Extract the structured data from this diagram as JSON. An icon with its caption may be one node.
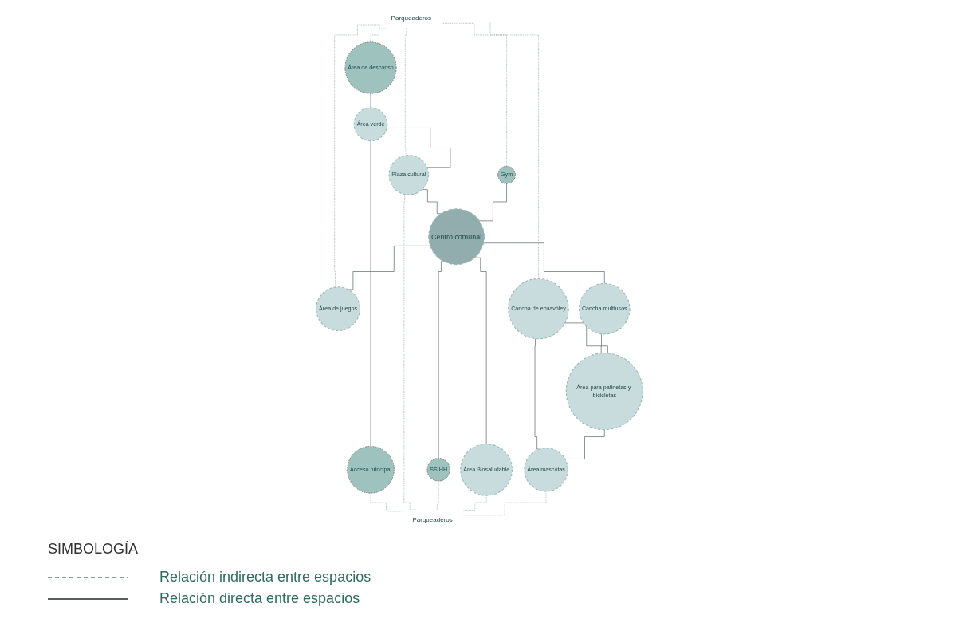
{
  "diagram": {
    "nodes": [
      {
        "text": [
          "Parqueaderos"
        ]
      },
      {
        "text": [
          "Gym"
        ]
      },
      {
        "text": [
          "Área de juegos"
        ]
      },
      {
        "text": [
          "Cancha de ecuavóley"
        ]
      },
      {
        "text": [
          "Área de descanso"
        ]
      },
      {
        "text": [
          "Área verde"
        ]
      },
      {
        "text": [
          "Plaza cultural"
        ]
      },
      {
        "text": [
          "Centro comunal"
        ]
      },
      {
        "text": [
          "Cancha multiusos"
        ]
      },
      {
        "text": [
          "Área para patinetas y bicicletas"
        ]
      },
      {
        "text": [
          "Acceso principal"
        ]
      },
      {
        "text": [
          "Área Biosaludable"
        ]
      },
      {
        "text": [
          "Área mascotas"
        ]
      },
      {
        "text": [
          "SS.HH"
        ]
      },
      {
        "text": [
          "Parqueaderos"
        ]
      }
    ],
    "edges": [
      {
        "from": 0,
        "to": 4,
        "arrow": "none",
        "style": "dashed"
      },
      {
        "from": 0,
        "to": 6,
        "arrow": "none",
        "style": "dashed"
      },
      {
        "from": 0,
        "to": 1,
        "arrow": "none",
        "style": "dashed"
      },
      {
        "from": 0,
        "to": 2,
        "arrow": "none",
        "style": "dashed"
      },
      {
        "from": 0,
        "to": 3,
        "arrow": "none",
        "style": "dashed"
      },
      {
        "from": 4,
        "to": 5,
        "arrow": "none"
      },
      {
        "from": 5,
        "to": 10,
        "arrow": "none"
      },
      {
        "from": 5,
        "to": 6,
        "arrow": "none"
      },
      {
        "from": 6,
        "to": 7,
        "arrow": "none"
      },
      {
        "from": 1,
        "to": 7,
        "arrow": "none"
      },
      {
        "from": 7,
        "to": 2,
        "arrow": "none"
      },
      {
        "from": 7,
        "to": 8,
        "arrow": "none"
      },
      {
        "from": 7,
        "to": 11,
        "arrow": "none"
      },
      {
        "from": 7,
        "to": 13,
        "arrow": "none"
      },
      {
        "from": 8,
        "to": 9,
        "arrow": "none"
      },
      {
        "from": 3,
        "to": 9,
        "arrow": "none"
      },
      {
        "from": 3,
        "to": 12,
        "arrow": "none"
      },
      {
        "from": 9,
        "to": 12,
        "arrow": "none"
      },
      {
        "from": 10,
        "to": 14,
        "arrow": "none",
        "style": "dashed"
      },
      {
        "from": 6,
        "to": 14,
        "arrow": "none",
        "style": "dashed"
      },
      {
        "from": 13,
        "to": 14,
        "arrow": "none",
        "style": "dashed"
      },
      {
        "from": 11,
        "to": 14,
        "arrow": "none",
        "style": "dashed"
      },
      {
        "from": 12,
        "to": 14,
        "arrow": "none",
        "style": "dashed"
      }
    ],
    "labels": [
      "SIMBOLOGÍA"
    ],
    "legend": [
      {
        "text": "Relación indirecta entre espacios"
      },
      {
        "text": "Relación directa entre espacios"
      }
    ]
  }
}
